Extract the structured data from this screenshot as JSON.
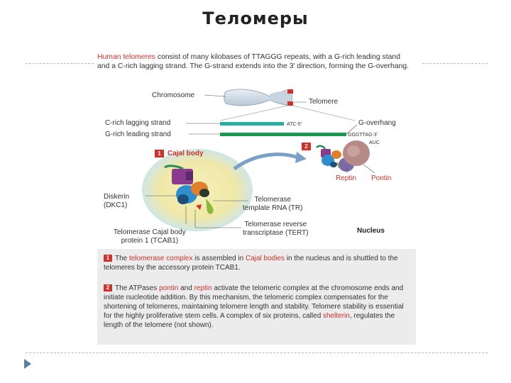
{
  "slide": {
    "title": "Теломеры"
  },
  "figure": {
    "intro": {
      "highlight": "Human telomeres",
      "text": " consist of many kilobases of TTAGGG repeats, with a G-rich leading stand and a C-rich lagging strand. The G-strand extends into the 3' direction, forming the G-overhang."
    },
    "labels": {
      "chromosome": "Chromosome",
      "telomere": "Telomere",
      "c_strand": "C-rich lagging strand",
      "g_strand": "G-rich leading strand",
      "g_overhang": "G-overhang",
      "atc5": "ATC-5'",
      "gggttag": "GGGTTAG-3'",
      "auc": "AUC",
      "cajal_body": "Cajal body",
      "dyskerin": "Diskerin\n(DKC1)",
      "template_rna": "Telomerase\ntemplate RNA (TR)",
      "tert": "Telomerase reverse\ntranscriptase (TERT)",
      "tcab1": "Telomerase Cajal body\nprotein 1 (TCAB1)",
      "nucleus": "Nucleus",
      "reptin": "Reptin",
      "pontin": "Pontin"
    },
    "badges": {
      "one": "1",
      "two": "2"
    },
    "captions": {
      "c1": {
        "num": "1",
        "parts": [
          "The ",
          "telomerase complex",
          " is assembled in ",
          "Cajal bodies",
          " in the nucleus and is shuttled to the telomeres by the accessory protein TCAB1."
        ]
      },
      "c2": {
        "num": "2",
        "parts": [
          "The ATPases ",
          "pontin",
          " and ",
          "reptin",
          " activate the telomeric complex at the chromosome ends and initiate nucleotide addition. By this mechanism, the telomeric complex compensates for the shortening of telomeres, maintaining telomere length and stability. Telomere stability is essential for the highly proliferative stem cells. A complex of six proteins, called ",
          "shelterin",
          ", regulates the length of the telomere (not shown)."
        ]
      }
    },
    "colors": {
      "red": "#d0322b",
      "teal_strand": "#2ab0a0",
      "green_strand": "#1a9a50",
      "cajal_fill": "#f3ecb0",
      "cajal_glow": "#cfe6e6",
      "arrow_blue": "#7aa0c8"
    }
  }
}
